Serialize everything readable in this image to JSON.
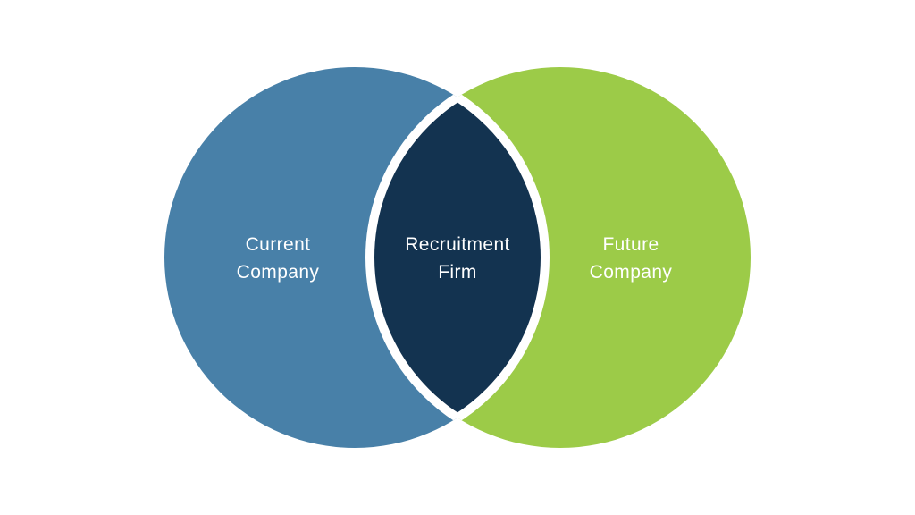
{
  "diagram": {
    "type": "venn",
    "colors": {
      "left": "#4880a8",
      "right": "#9ccb48",
      "overlap": "#133350",
      "outline": "#ffffff",
      "label": "#ffffff"
    },
    "left": {
      "line1": "Current",
      "line2": "Company"
    },
    "overlap": {
      "line1": "Recruitment",
      "line2": "Firm"
    },
    "right": {
      "line1": "Future",
      "line2": "Company"
    }
  }
}
